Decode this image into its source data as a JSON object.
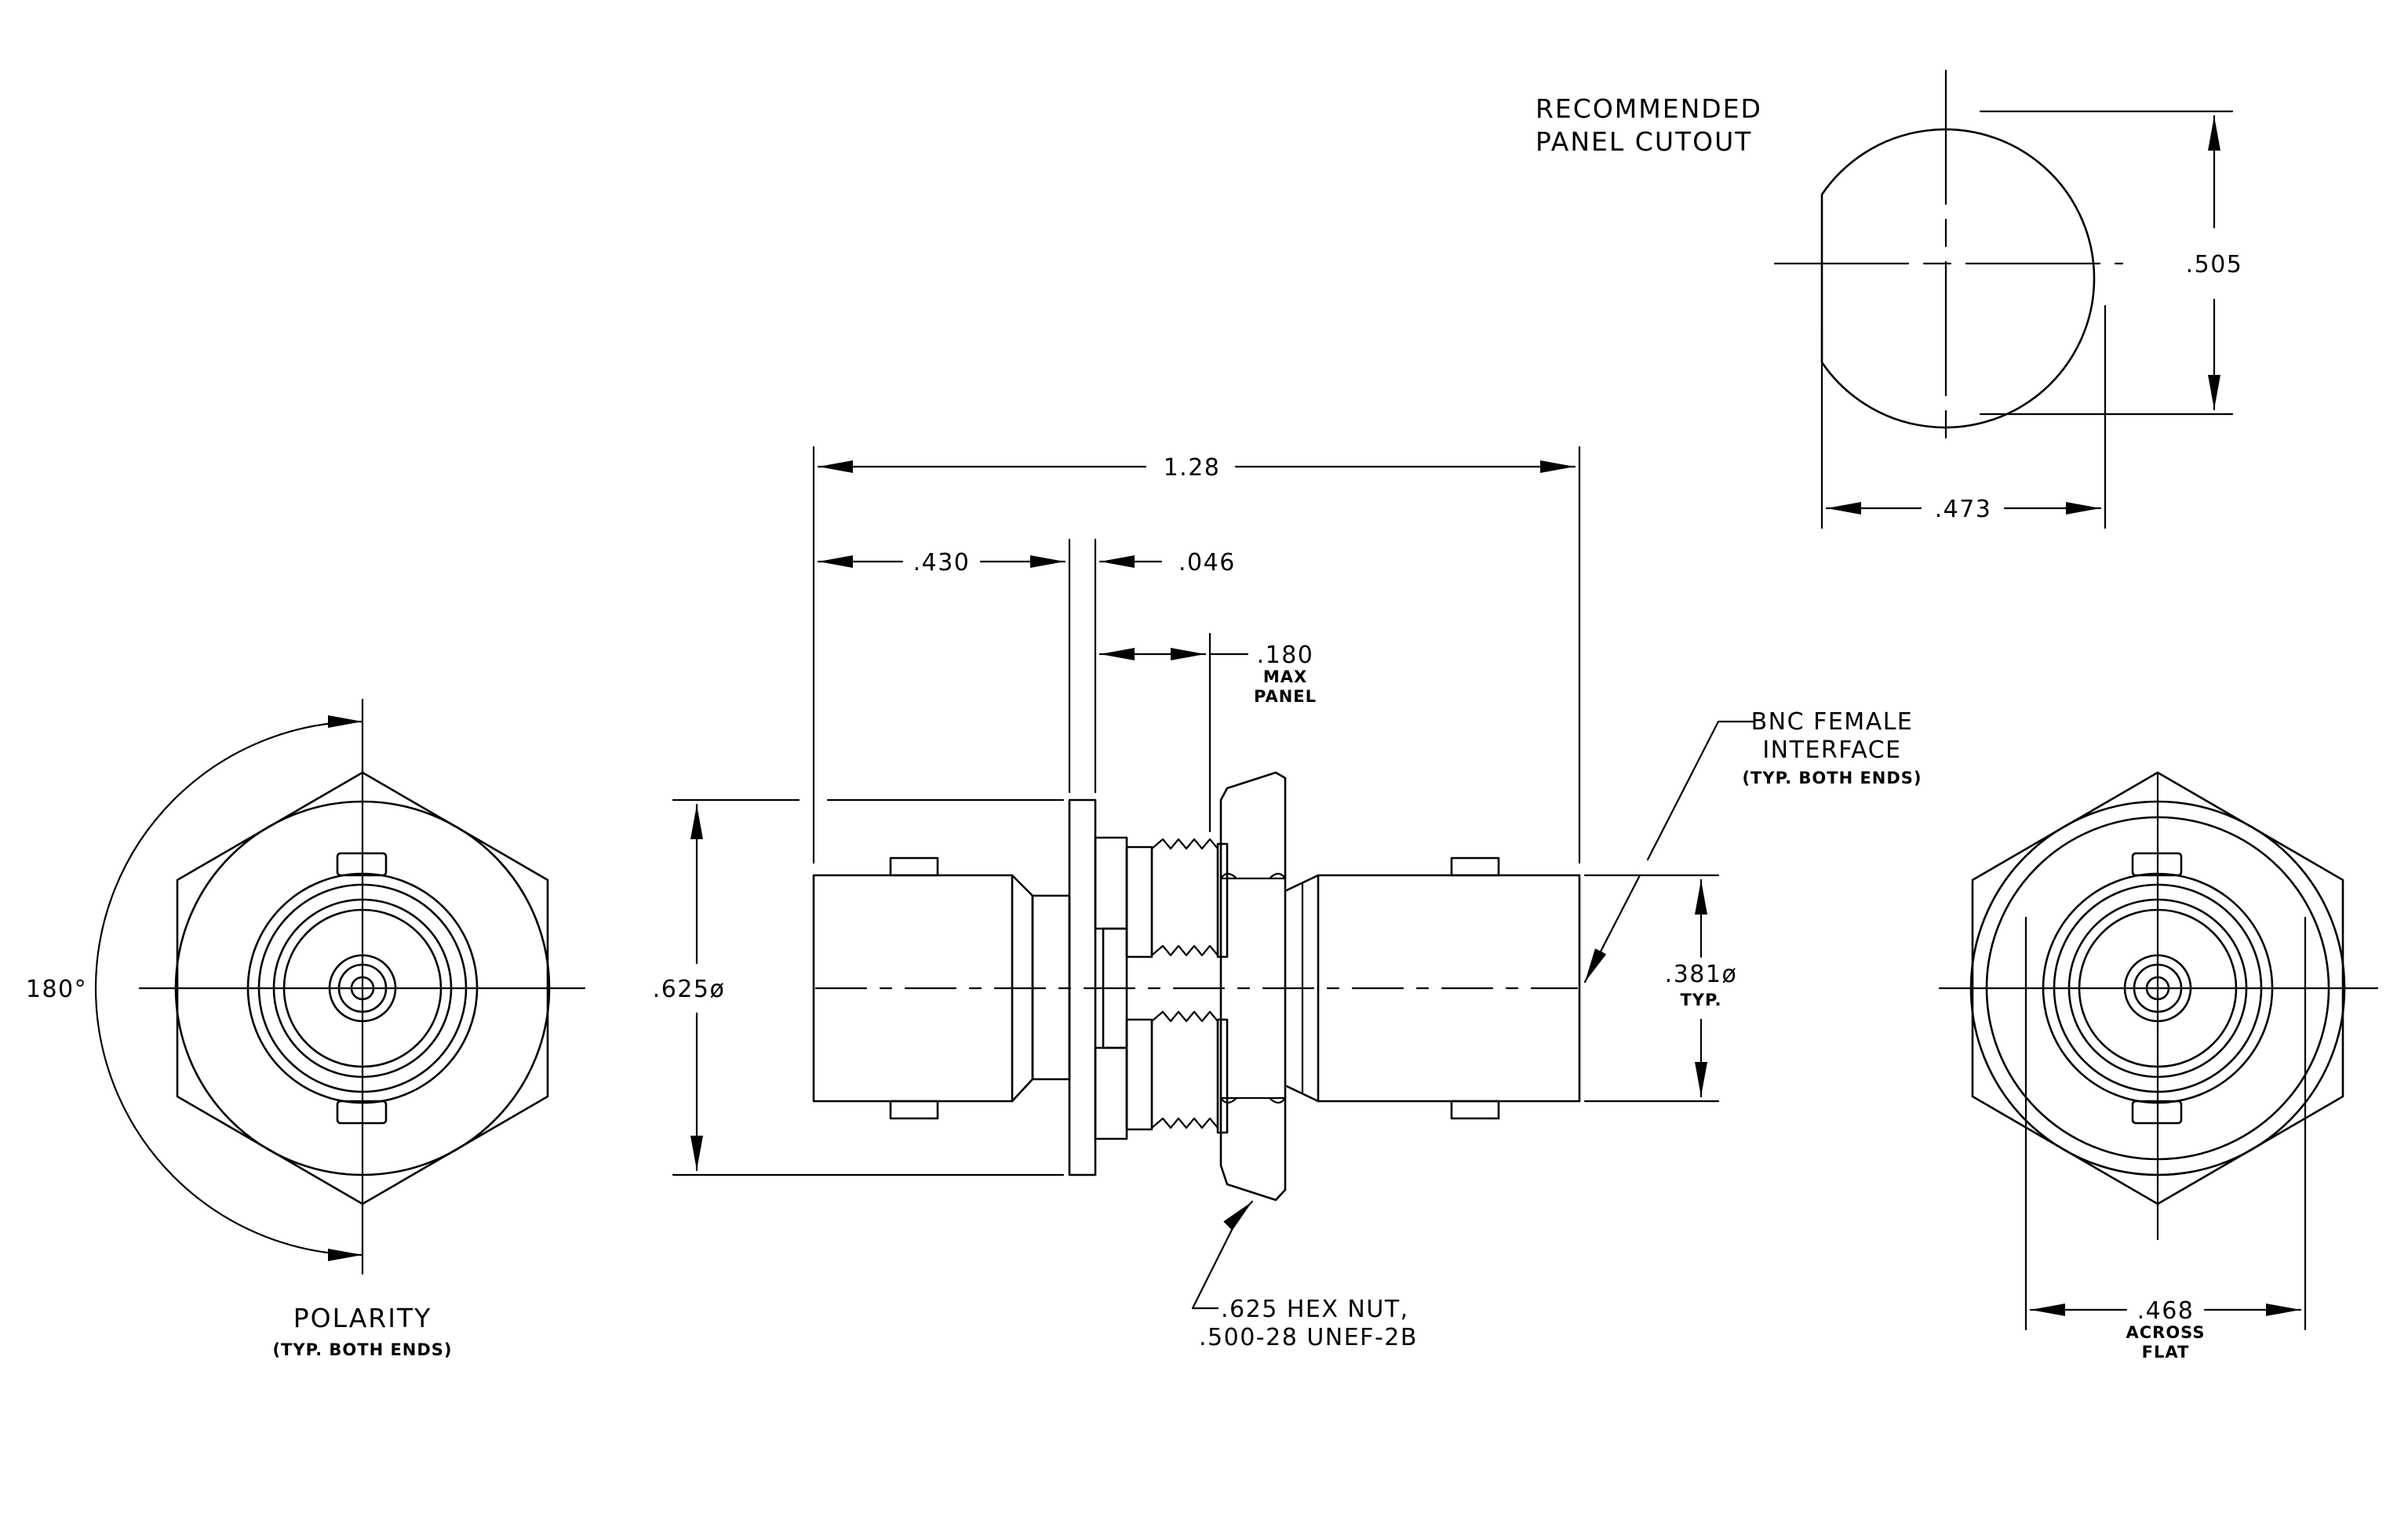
{
  "labels": {
    "cutout_title_1": "RECOMMENDED",
    "cutout_title_2": "PANEL CUTOUT",
    "dim_505": ".505",
    "dim_473": ".473",
    "dim_128": "1.28",
    "dim_430": ".430",
    "dim_046": ".046",
    "dim_180": ".180",
    "max": "MAX",
    "panel": "PANEL",
    "bnc_1": "BNC FEMALE",
    "bnc_2": "INTERFACE",
    "typ_both_ends": "(TYP. BOTH ENDS)",
    "dim_625dia": ".625ø",
    "dim_381dia": ".381ø",
    "typ": "TYP.",
    "angle_180": "180°",
    "polarity": "POLARITY",
    "hexnut_1": ".625 HEX NUT,",
    "hexnut_2": ".500-28 UNEF-2B",
    "dim_468": ".468",
    "across": "ACROSS",
    "flat": "FLAT"
  }
}
